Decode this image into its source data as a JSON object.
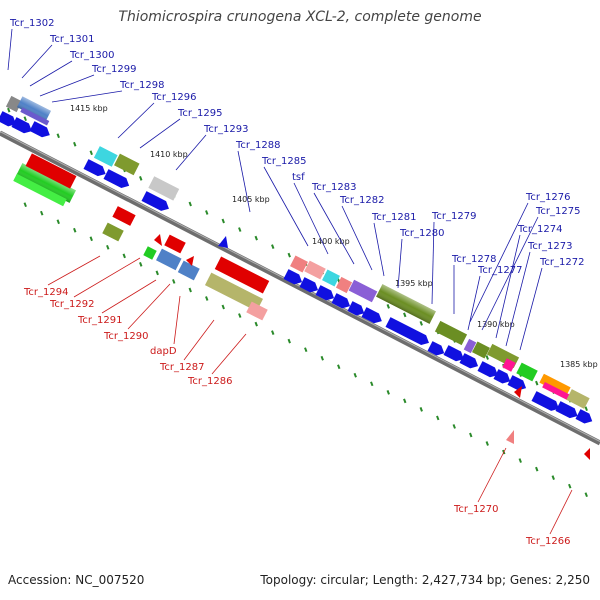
{
  "title": "Thiomicrospira crunogena XCL-2, complete genome",
  "footer": {
    "accession": "Accession: NC_007520",
    "summary": "Topology: circular; Length: 2,427,734 bp; Genes: 2,250"
  },
  "colors": {
    "backbone": "#7a7a7a",
    "forward_label": "#1a1aa8",
    "reverse_label": "#cc1a1a",
    "cds_arrow": "#1010e0",
    "tick": "#2a8a2a"
  },
  "kbp_markers": [
    "1415 kbp",
    "1410 kbp",
    "1405 kbp",
    "1400 kbp",
    "1395 kbp",
    "1390 kbp",
    "1385 kbp"
  ],
  "forward_genes": [
    "Tcr_1302",
    "Tcr_1301",
    "Tcr_1300",
    "Tcr_1299",
    "Tcr_1298",
    "Tcr_1296",
    "Tcr_1295",
    "Tcr_1293",
    "Tcr_1288",
    "Tcr_1285",
    "tsf",
    "Tcr_1283",
    "Tcr_1282",
    "Tcr_1281",
    "Tcr_1279",
    "Tcr_1280",
    "Tcr_1276",
    "Tcr_1275",
    "Tcr_1274",
    "Tcr_1273",
    "Tcr_1278",
    "Tcr_1277",
    "Tcr_1272"
  ],
  "reverse_genes": [
    "Tcr_1294",
    "Tcr_1292",
    "Tcr_1291",
    "Tcr_1290",
    "dapD",
    "Tcr_1287",
    "Tcr_1286",
    "Tcr_1270",
    "Tcr_1266"
  ]
}
